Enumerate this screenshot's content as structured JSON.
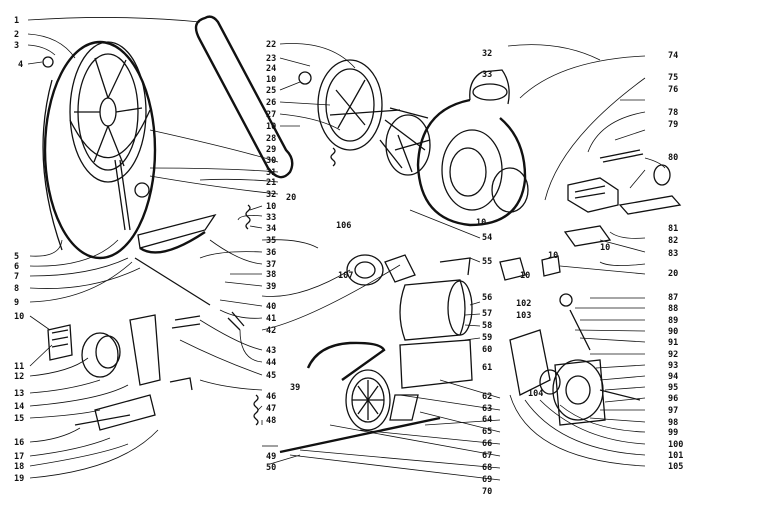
{
  "labels": {
    "left": [
      "1",
      "2",
      "3",
      "4",
      "5",
      "6",
      "7",
      "8",
      "9",
      "10",
      "11",
      "12",
      "13",
      "14",
      "15",
      "16",
      "17",
      "18",
      "19"
    ],
    "upper_mid": [
      "22",
      "23",
      "24",
      "10",
      "25",
      "26",
      "27",
      "10",
      "28",
      "29",
      "30",
      "31",
      "21",
      "32",
      "10",
      "33",
      "20",
      "34",
      "106",
      "35",
      "36",
      "37",
      "38",
      "39",
      "107"
    ],
    "center": [
      "40",
      "41",
      "42",
      "43",
      "44",
      "45",
      "46",
      "47",
      "48",
      "49",
      "50",
      "39",
      "62",
      "63",
      "64",
      "65",
      "66",
      "67",
      "68",
      "69",
      "70"
    ],
    "motor": [
      "32",
      "33",
      "54",
      "55",
      "56",
      "57",
      "58",
      "59",
      "60",
      "61",
      "102",
      "103",
      "104"
    ],
    "right": [
      "74",
      "75",
      "76",
      "78",
      "79",
      "80",
      "81",
      "82",
      "83",
      "20",
      "87",
      "88",
      "89",
      "90",
      "91",
      "92",
      "93",
      "94",
      "95",
      "96",
      "97",
      "98",
      "99",
      "100",
      "101",
      "105"
    ],
    "misc": [
      "10",
      "10",
      "10",
      "10"
    ]
  },
  "colors": {
    "ink": "#111111",
    "paper": "#ffffff"
  }
}
